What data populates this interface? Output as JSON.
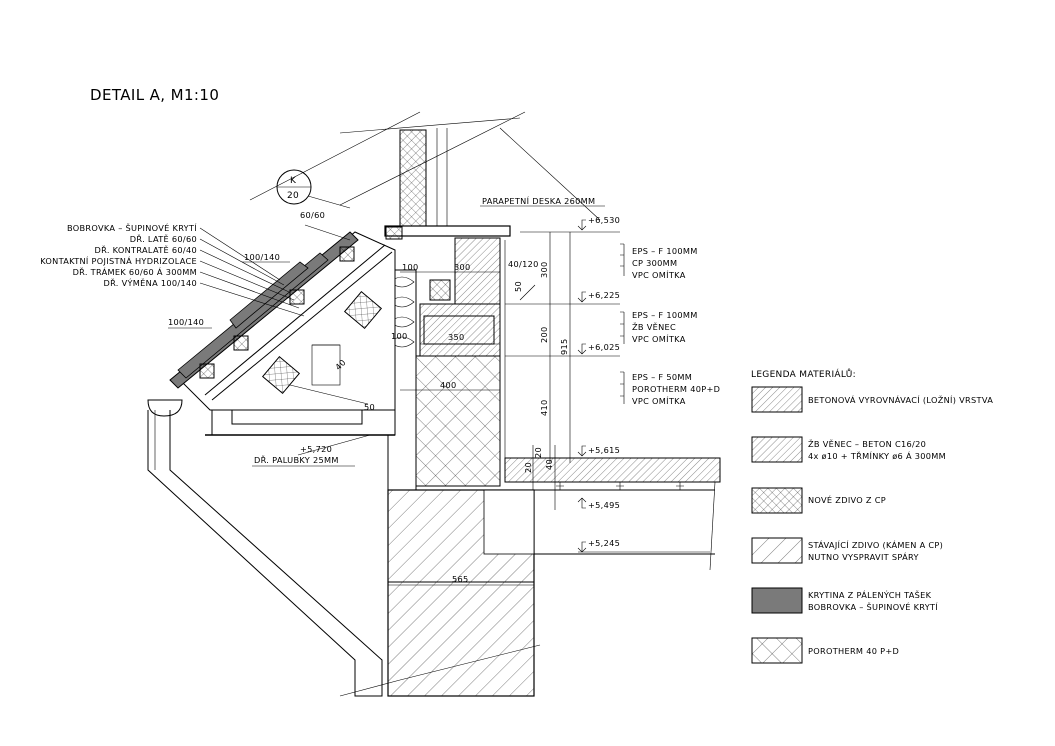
{
  "title": "DETAIL A, M1:10",
  "section_mark": {
    "letter": "K",
    "number": "20"
  },
  "roof_layers": [
    "BOBROVKA – ŠUPINOVÉ KRYTÍ",
    "DŘ. LATĚ 60/60",
    "DŘ. KONTRALATĚ 60/40",
    "KONTAKTNÍ POJISTNÁ HYDRIZOLACE",
    "DŘ. TRÁMEK 60/60 Á 300MM",
    "DŘ. VÝMĚNA 100/140"
  ],
  "labels": {
    "sq_60": "60/60",
    "beam_upper": "100/140",
    "beam_lower": "100/140",
    "sill": "PARAPETNÍ DESKA 260MM",
    "eave_level": "+5,720",
    "eave_board": "DŘ. PALUBKY 25MM",
    "dim_40": "40",
    "dim_50_eave": "50",
    "dim_100": "100",
    "dim_300": "300",
    "dim_40_120": "40/120",
    "dim_50": "50",
    "dim_350": "350",
    "dim_400": "400",
    "dim_565": "565",
    "dim_v_300": "300",
    "dim_v_200": "200",
    "dim_v_915": "915",
    "dim_v_410": "410",
    "dim_v_20": "20",
    "dim_v_20b": "20",
    "dim_v_40": "40",
    "dim_100_small": "100"
  },
  "levels": [
    "+6,530",
    "+6,225",
    "+6,025",
    "+5,615",
    "+5,495",
    "+5,245"
  ],
  "wall_notes": [
    [
      "EPS – F 100MM",
      "CP 300MM",
      "VPC OMÍTKA"
    ],
    [
      "EPS – F 100MM",
      "ŽB VĚNEC",
      "VPC OMÍTKA"
    ],
    [
      "EPS – F 50MM",
      "POROTHERM 40P+D",
      "VPC OMÍTKA"
    ]
  ],
  "legend": {
    "title": "LEGENDA MATERIÁLŮ:",
    "items": [
      {
        "lines": [
          "BETONOVÁ VYROVNÁVACÍ (LOŽNÍ) VRSTVA"
        ],
        "pattern": "diag-fine"
      },
      {
        "lines": [
          "ŽB VĚNEC – BETON C16/20",
          "4x ø10 + TŘMÍNKY ø6 Á 300MM"
        ],
        "pattern": "diag-fine"
      },
      {
        "lines": [
          "NOVÉ ZDIVO Z CP"
        ],
        "pattern": "cross-fine"
      },
      {
        "lines": [
          "STÁVAJÍCÍ ZDIVO (KÁMEN A CP)",
          "NUTNO VYSPRAVIT SPÁRY"
        ],
        "pattern": "diag-coarse"
      },
      {
        "lines": [
          "KRYTINA Z PÁLENÝCH TAŠEK",
          "BOBROVKA – ŠUPINOVÉ KRYTÍ"
        ],
        "pattern": "solid-gray"
      },
      {
        "lines": [
          "POROTHERM 40 P+D"
        ],
        "pattern": "cross-coarse"
      }
    ]
  },
  "colors": {
    "line": "#000000",
    "tile_fill": "#7a7a7a",
    "background": "#ffffff"
  }
}
